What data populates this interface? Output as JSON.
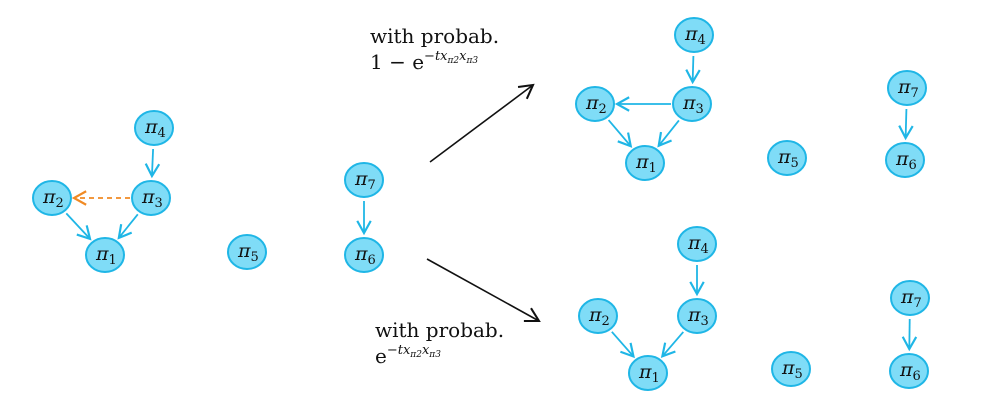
{
  "nodes": {
    "pi_letter": "π",
    "subscripts": [
      "1",
      "2",
      "3",
      "4",
      "5",
      "6",
      "7"
    ]
  },
  "annotations": {
    "top": {
      "line1": "with probab.",
      "line2_prefix": "1 − e",
      "exponent": "−tx",
      "exp_sub1": "π2",
      "exp_mid": "x",
      "exp_sub2": "π3"
    },
    "bottom": {
      "line1": "with probab.",
      "line2_prefix": "e",
      "exponent": "−tx",
      "exp_sub1": "π2",
      "exp_mid": "x",
      "exp_sub2": "π3"
    }
  },
  "colors": {
    "node_fill": "#7fdcf7",
    "node_stroke": "#1fb6e6",
    "edge": "#1fb6e6",
    "dashed_edge": "#f08a24",
    "transition_arrow": "#111111"
  }
}
